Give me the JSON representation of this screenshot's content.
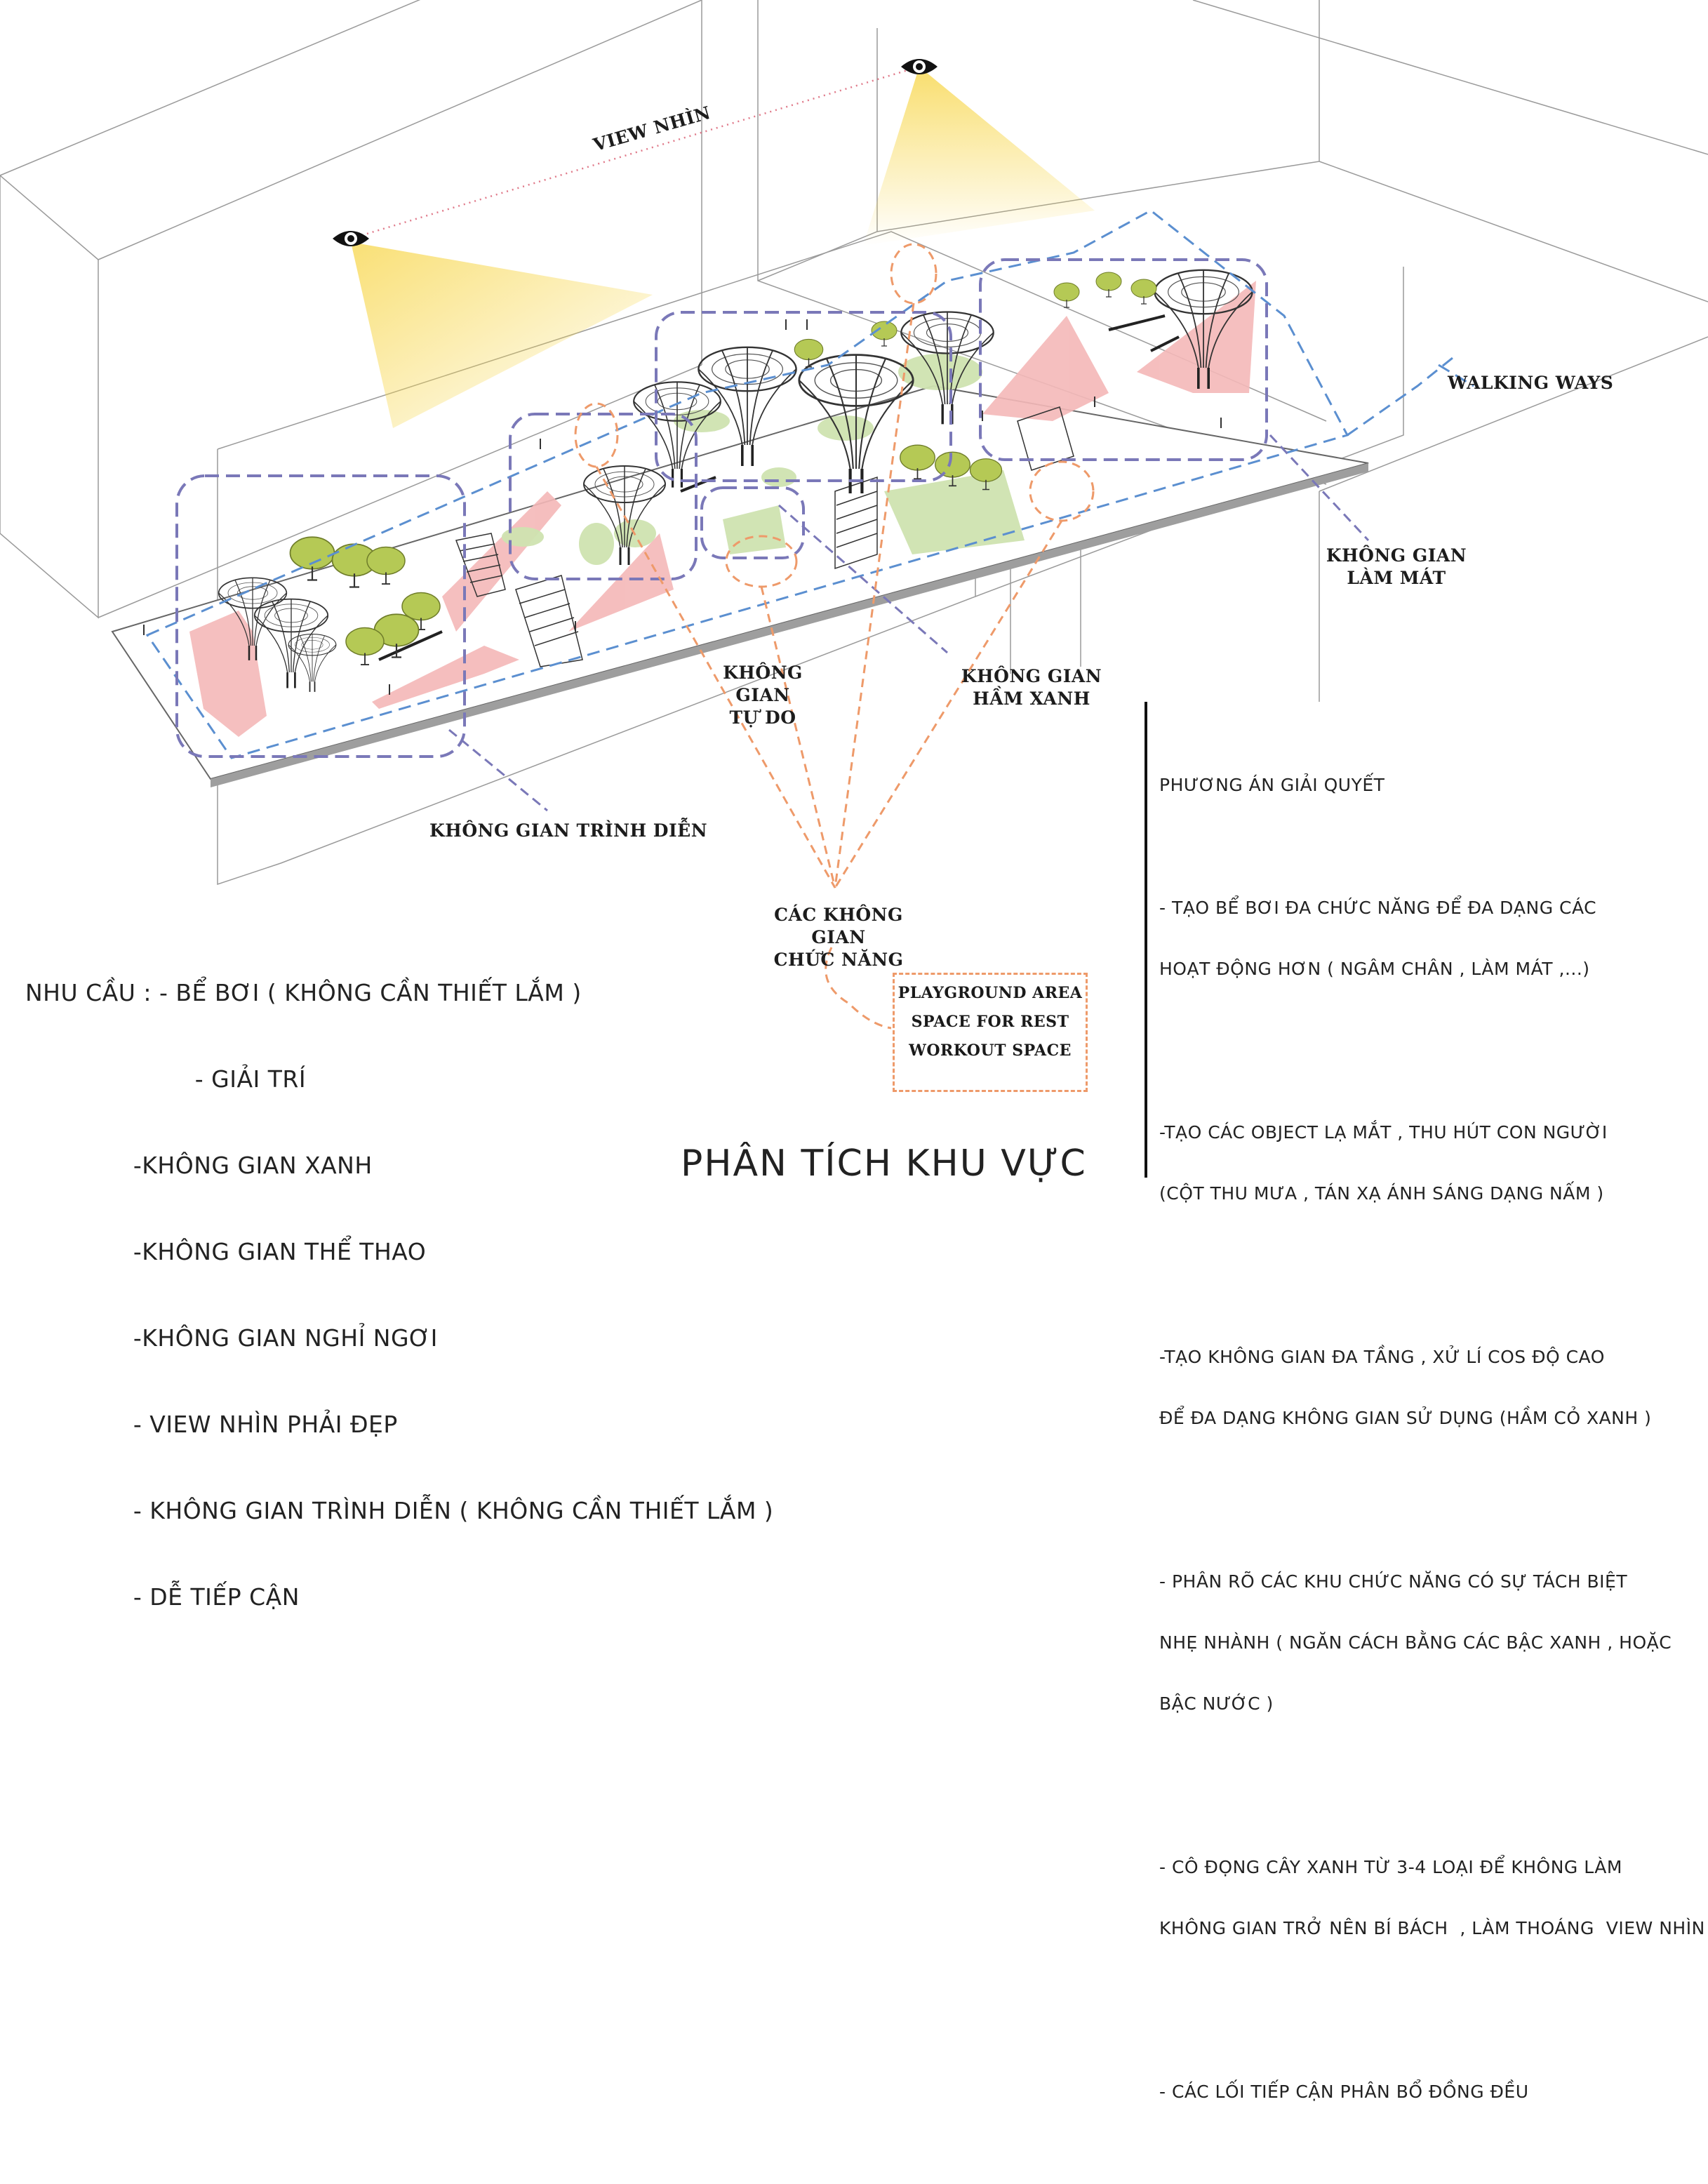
{
  "labels": {
    "view": "VIEW NHÌN",
    "walking": "WALKING WAYS",
    "lam_mat_1": "KHÔNG GIAN",
    "lam_mat_2": "LÀM MÁT",
    "tu_do_1": "KHÔNG GIAN",
    "tu_do_2": "TỰ DO",
    "ham_xanh_1": "KHÔNG GIAN",
    "ham_xanh_2": "HẦM XANH",
    "trinh_dien": "KHÔNG GIAN TRÌNH DIỄN",
    "chuc_nang_1": "CÁC KHÔNG GIAN",
    "chuc_nang_2": "CHỨC NĂNG"
  },
  "legend": [
    "PLAYGROUND AREA",
    "SPACE FOR REST",
    "WORKOUT SPACE"
  ],
  "needs": [
    "NHU CẦU : - BỂ BƠI ( KHÔNG CẦN THIẾT LẮM )",
    "                      - GIẢI TRÍ",
    "              -KHÔNG GIAN XANH",
    "              -KHÔNG GIAN THỂ THAO",
    "              -KHÔNG GIAN NGHỈ NGƠI",
    "              - VIEW NHÌN PHẢI ĐẸP",
    "              - KHÔNG GIAN TRÌNH DIỄN ( KHÔNG CẦN THIẾT LẮM )",
    "              - DỄ TIẾP CẬN"
  ],
  "solution": {
    "heading": "PHƯƠNG ÁN GIẢI QUYẾT",
    "p1": [
      "- TẠO BỂ BƠI ĐA CHỨC NĂNG ĐỂ ĐA DẠNG CÁC",
      "HOẠT ĐỘNG HƠN ( NGÂM CHÂN , LÀM MÁT ,...)"
    ],
    "p2": [
      "-TẠO CÁC OBJECT LẠ MẮT , THU HÚT CON NGƯỜI",
      "(CỘT THU MƯA , TÁN XẠ ÁNH SÁNG DẠNG NẤM )"
    ],
    "p3": [
      "-TẠO KHÔNG GIAN ĐA TẦNG , XỬ LÍ COS ĐỘ CAO",
      "ĐỂ ĐA DẠNG KHÔNG GIAN SỬ DỤNG (HẦM CỎ XANH )"
    ],
    "p4": [
      "- PHÂN RÕ CÁC KHU CHỨC NĂNG CÓ SỰ TÁCH BIỆT",
      "NHẸ NHÀNH ( NGĂN CÁCH BẰNG CÁC BẬC XANH , HOẶC",
      "BẬC NƯỚC )"
    ],
    "p5": [
      "- CÔ ĐỌNG CÂY XANH TỪ 3-4 LOẠI ĐỂ KHÔNG LÀM",
      "KHÔNG GIAN TRỞ NÊN BÍ BÁCH  , LÀM THOÁNG  VIEW NHÌN"
    ],
    "p6": [
      "- CÁC LỐI TIẾP CẬN PHÂN BỔ ĐỒNG ĐỀU"
    ]
  },
  "title": "PHÂN TÍCH KHU VỰC",
  "colors": {
    "zone_outline": "#7a78b8",
    "walking_path": "#5b8fd0",
    "functional_link": "#ee9a6a",
    "view_line": "#e07a8a",
    "pink_area": "#f4b8b8",
    "green_area": "#cfe3b0",
    "tree": "#b5c955",
    "view_cone": "#f7d64a"
  },
  "icons": [
    "eye-icon",
    "eye-icon",
    "funnel-canopy-icon",
    "tree-icon",
    "stairs-icon"
  ]
}
